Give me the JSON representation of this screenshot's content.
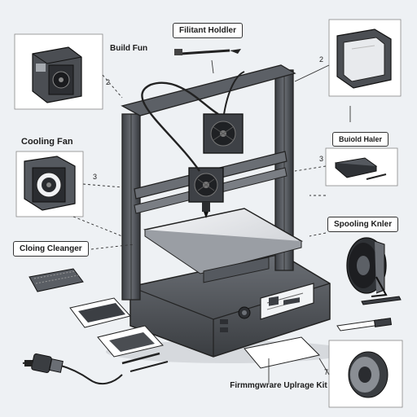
{
  "labels": {
    "build_fun": "Build Fun",
    "filament_holder": "Filitant Holdler",
    "cooling_fan": "Cooling Fan",
    "build_holder": "Buiold Haler",
    "cloing_cleanger": "Cloing Cleanger",
    "spooling_knler": "Spooling Knler",
    "firmware_kit": "Firmmgwrare Uplrage Kit"
  },
  "callout_numbers": {
    "n2_left": "2",
    "n3_left": "3",
    "n2_right": "2",
    "n3_right": "3",
    "n7": "7"
  },
  "colors": {
    "line": "#2a2a2a",
    "frame": "#4a4d52",
    "frame_light": "#7a7e84",
    "panel": "#ffffff",
    "background": "#eef1f4"
  }
}
